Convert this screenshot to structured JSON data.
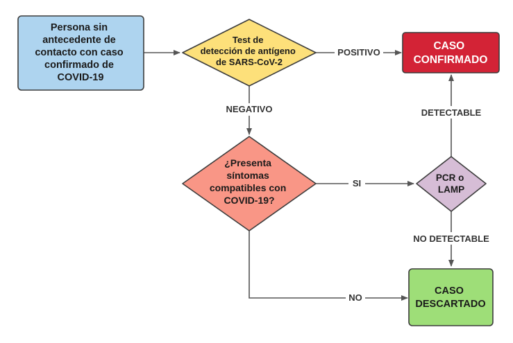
{
  "colors": {
    "start": "#aed4ef",
    "test": "#fde07a",
    "symptoms": "#f99686",
    "pcr": "#d6bdd6",
    "confirmed": "#d32336",
    "discarded": "#9ede78",
    "stroke": "#3c3c3c",
    "arrow": "#555555"
  },
  "nodes": {
    "start": [
      "Persona sin",
      "antecedente de",
      "contacto con caso",
      "confirmado de",
      "COVID-19"
    ],
    "test": [
      "Test de",
      "detección de antígeno",
      "de SARS-CoV-2"
    ],
    "symptoms": [
      "¿Presenta",
      "síntomas",
      "compatibles con",
      "COVID-19?"
    ],
    "pcr": [
      "PCR o",
      "LAMP"
    ],
    "confirmed": [
      "CASO",
      "CONFIRMADO"
    ],
    "discarded": [
      "CASO",
      "DESCARTADO"
    ]
  },
  "edges": {
    "positivo": "POSITIVO",
    "negativo": "NEGATIVO",
    "si": "SI",
    "no": "NO",
    "detectable": "DETECTABLE",
    "no_detectable": "NO DETECTABLE"
  }
}
